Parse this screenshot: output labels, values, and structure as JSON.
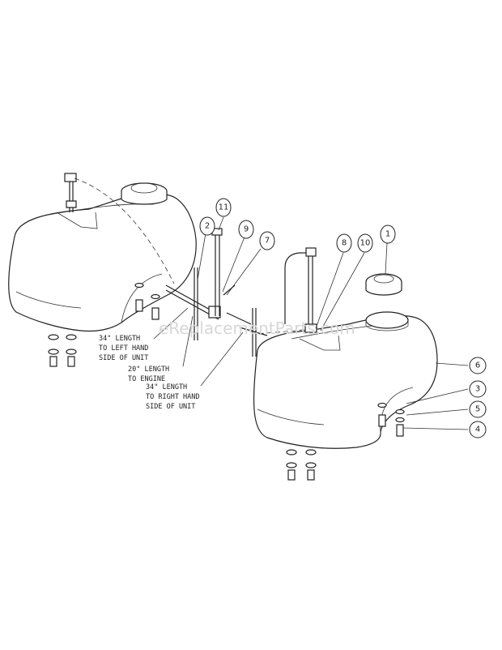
{
  "watermark": "eReplacementParts.com",
  "callouts": [
    "1",
    "2",
    "3",
    "4",
    "5",
    "6",
    "7",
    "8",
    "9",
    "10",
    "11"
  ],
  "notes": {
    "left_hose": [
      "34\" LENGTH",
      "TO LEFT HAND",
      "SIDE OF UNIT"
    ],
    "engine_hose": [
      "20\" LENGTH",
      "TO ENGINE"
    ],
    "right_hose": [
      "34\" LENGTH",
      "TO RIGHT HAND",
      "SIDE OF UNIT"
    ]
  }
}
